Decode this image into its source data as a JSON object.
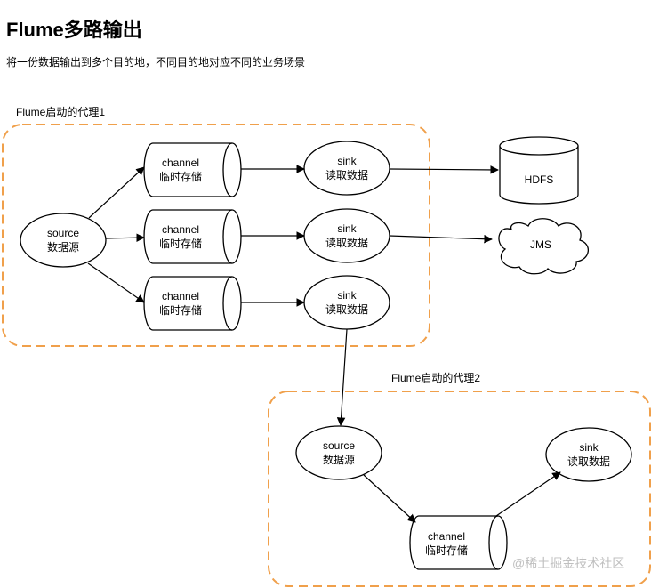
{
  "title": "Flume多路输出",
  "subtitle": "将一份数据输出到多个目的地，不同目的地对应不同的业务场景",
  "colors": {
    "group_border": "#f0a04b",
    "stroke": "#000000"
  },
  "agent1": {
    "label": "Flume启动的代理1",
    "source": {
      "line1": "source",
      "line2": "数据源"
    },
    "channels": [
      {
        "line1": "channel",
        "line2": "临时存储"
      },
      {
        "line1": "channel",
        "line2": "临时存储"
      },
      {
        "line1": "channel",
        "line2": "临时存储"
      }
    ],
    "sinks": [
      {
        "line1": "sink",
        "line2": "读取数据"
      },
      {
        "line1": "sink",
        "line2": "读取数据"
      },
      {
        "line1": "sink",
        "line2": "读取数据"
      }
    ]
  },
  "destinations": {
    "hdfs": "HDFS",
    "jms": "JMS"
  },
  "agent2": {
    "label": "Flume启动的代理2",
    "source": {
      "line1": "source",
      "line2": "数据源"
    },
    "channel": {
      "line1": "channel",
      "line2": "临时存储"
    },
    "sink": {
      "line1": "sink",
      "line2": "读取数据"
    }
  },
  "watermark": "@稀土掘金技术社区"
}
